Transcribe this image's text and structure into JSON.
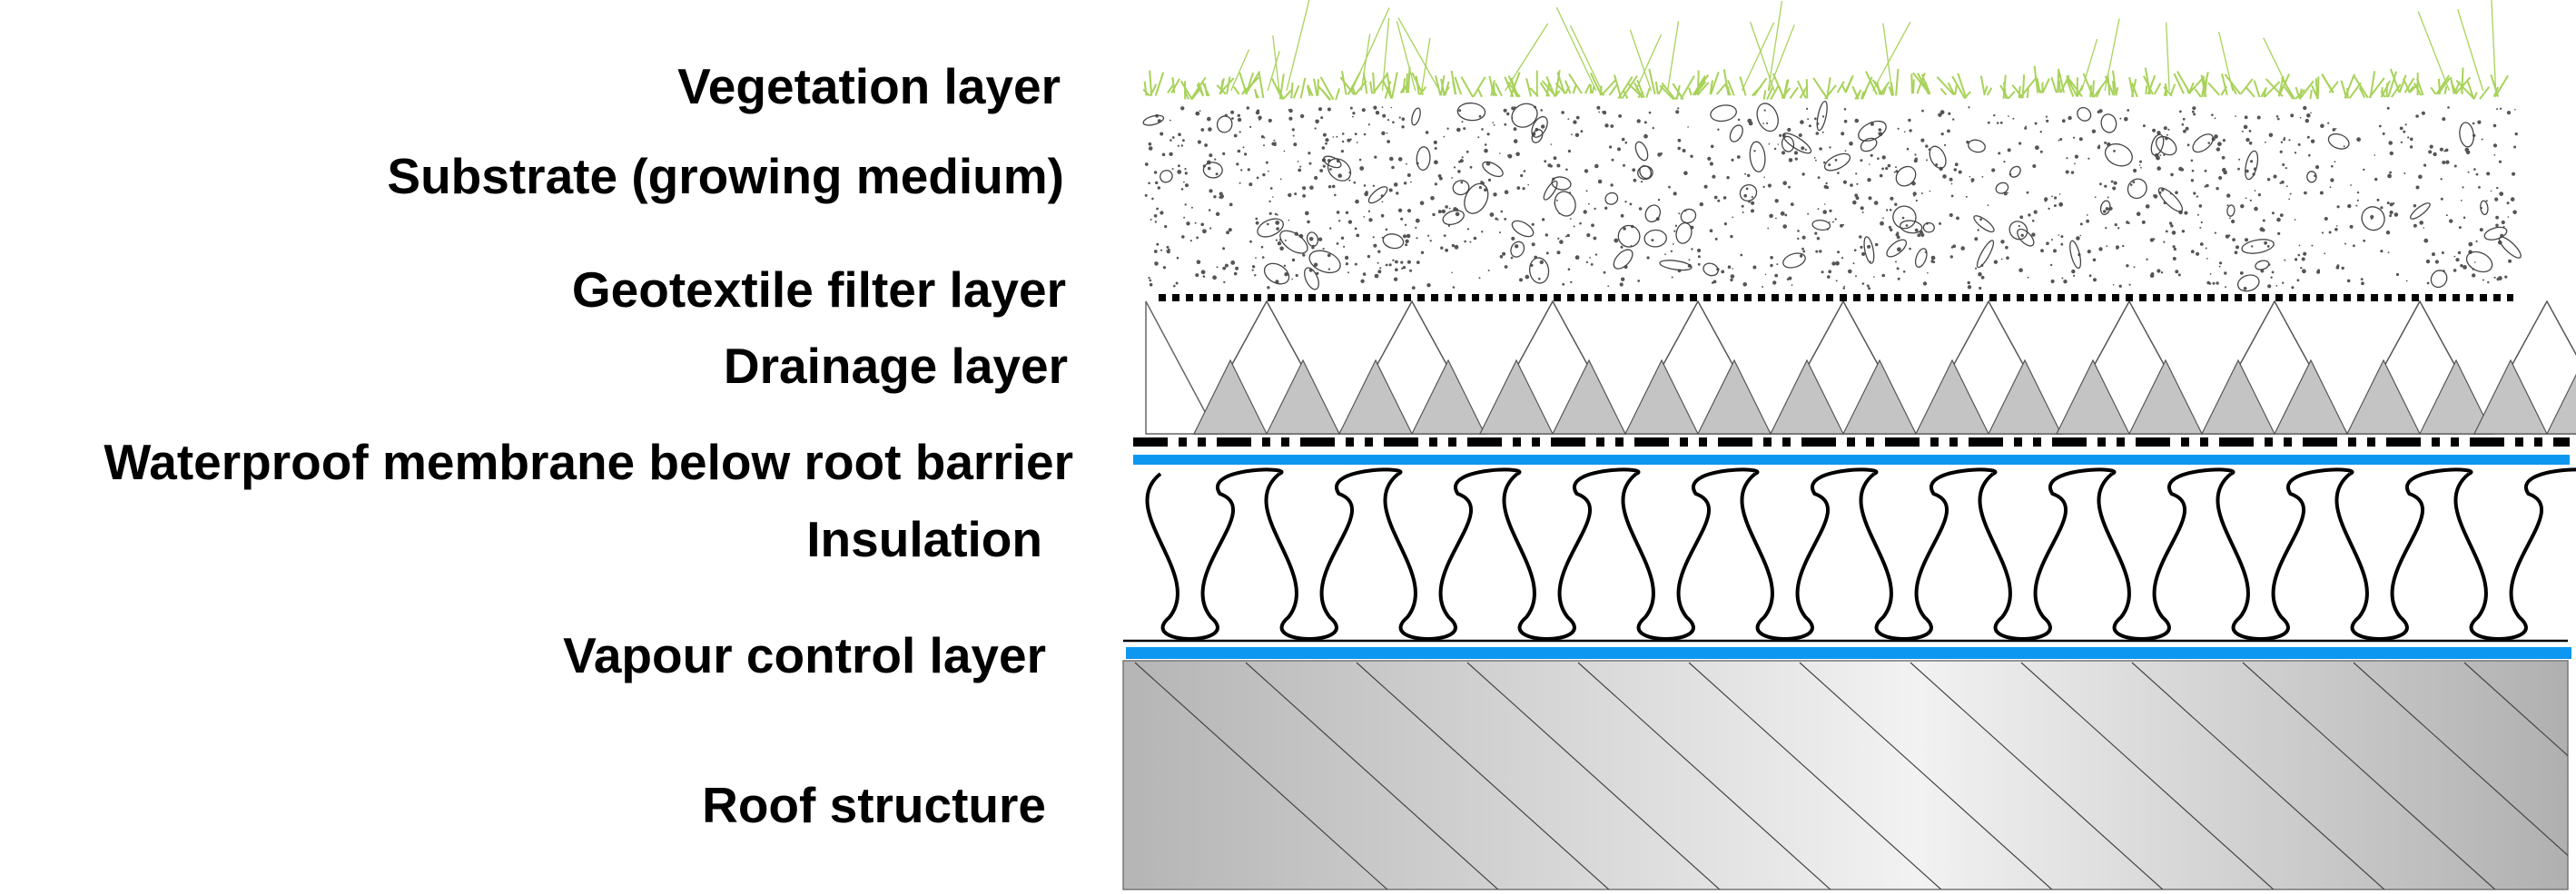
{
  "layers": [
    {
      "label": "Vegetation layer"
    },
    {
      "label": "Substrate (growing medium)"
    },
    {
      "label": "Geotextile filter layer"
    },
    {
      "label": "Drainage layer"
    },
    {
      "label": "Waterproof membrane  below root barrier"
    },
    {
      "label": "Insulation"
    },
    {
      "label": "Vapour control layer"
    },
    {
      "label": "Roof structure"
    }
  ],
  "colors": {
    "membrane_blue": "#0d97f0",
    "grass_green": "#a8d25a",
    "drainage_grey": "#c4c4c4",
    "roof_grey": "#bdbdbd"
  }
}
